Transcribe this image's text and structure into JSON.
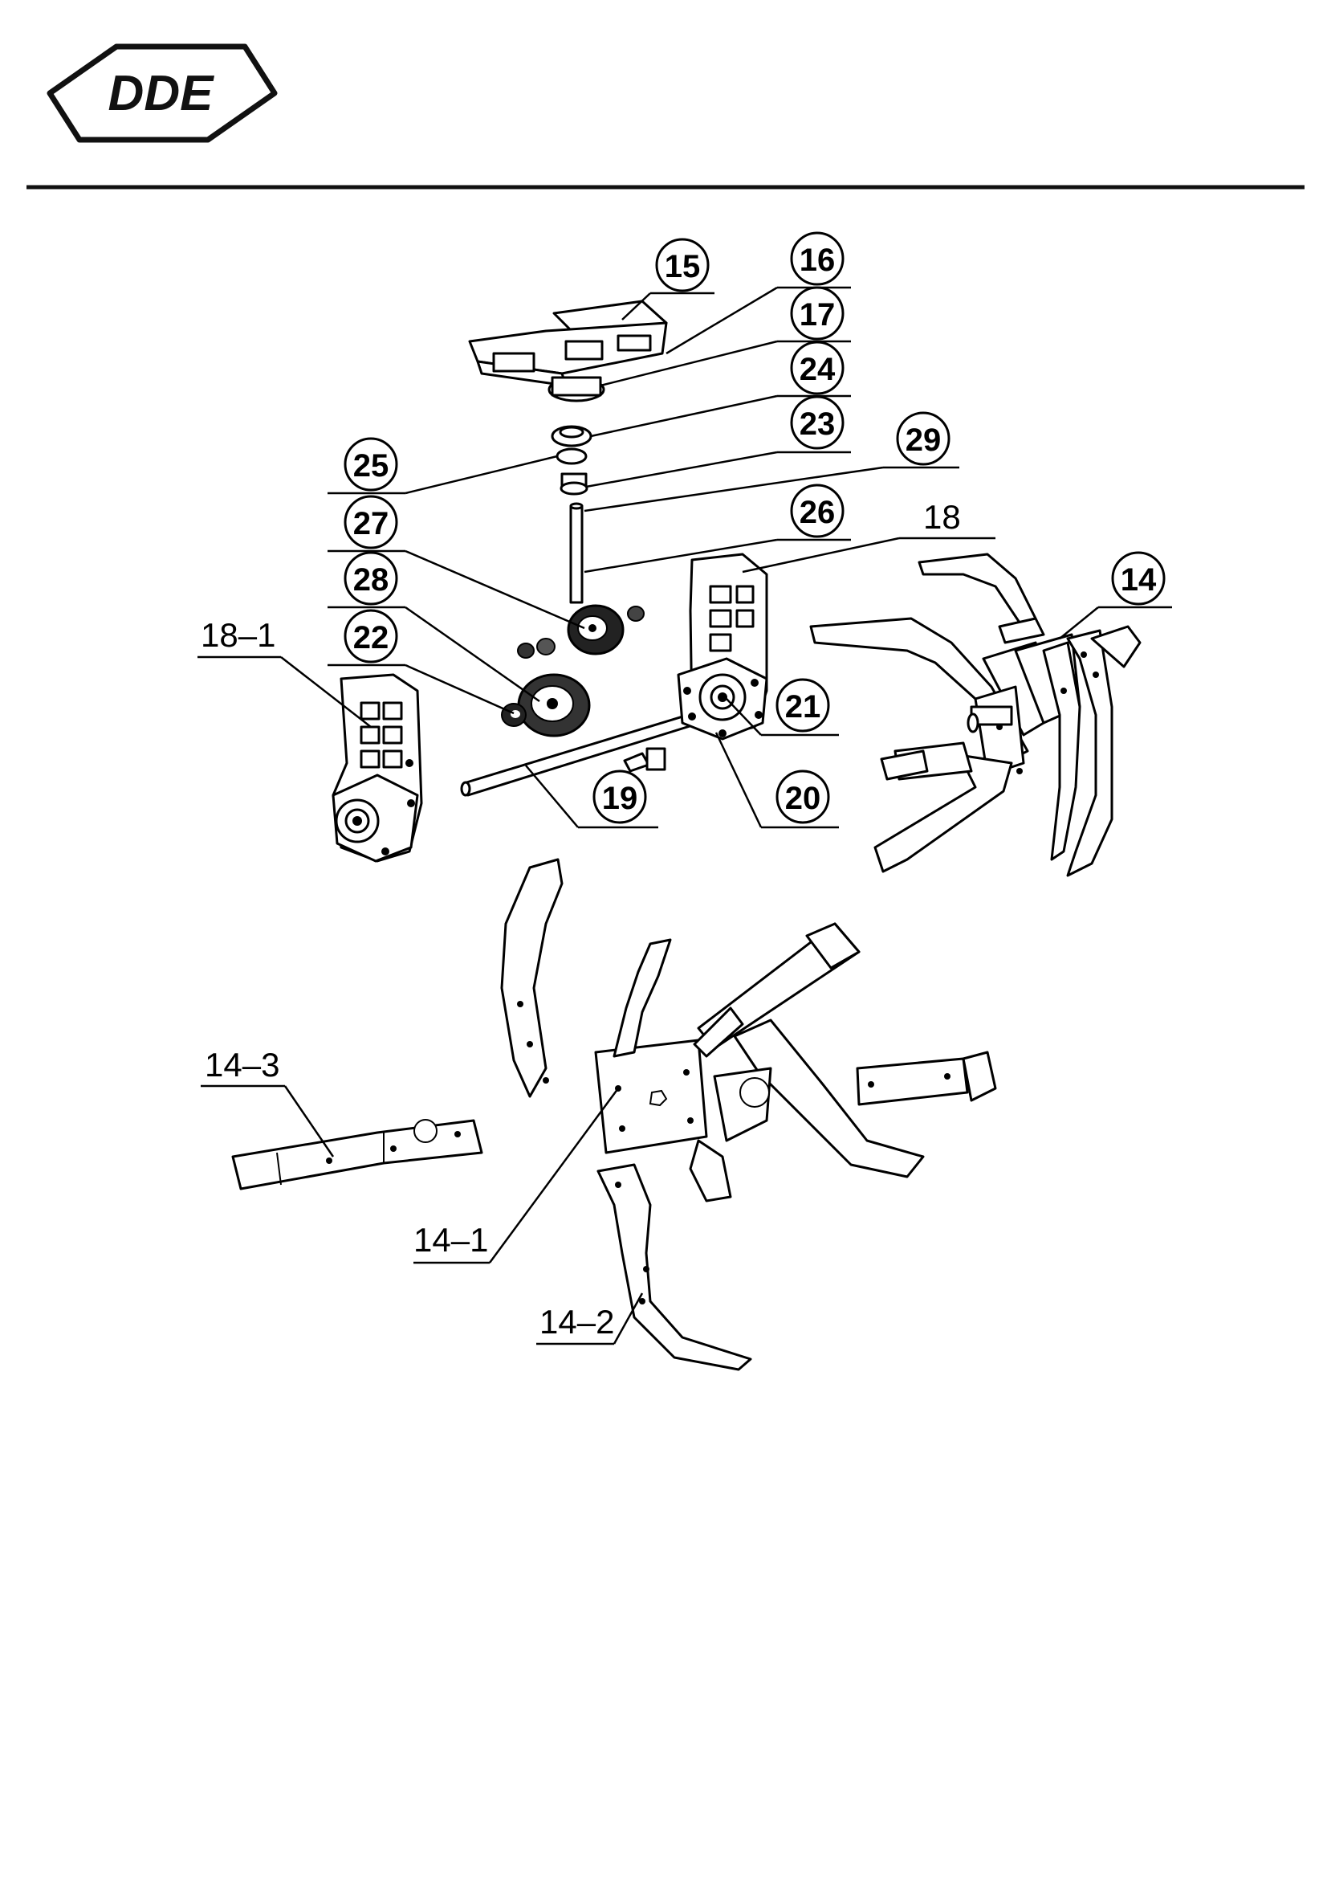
{
  "header": {
    "brand": "DDE"
  },
  "parts": {
    "p15": "15",
    "p16": "16",
    "p17": "17",
    "p24": "24",
    "p23": "23",
    "p29": "29",
    "p25": "25",
    "p27": "27",
    "p26": "26",
    "p18": "18",
    "p14": "14",
    "p28": "28",
    "p22": "22",
    "p18_1": "18–1",
    "p21": "21",
    "p19": "19",
    "p20": "20",
    "p14_3": "14–3",
    "p14_1": "14–1",
    "p14_2": "14–2"
  },
  "colors": {
    "ink": "#000000",
    "paper": "#ffffff"
  }
}
